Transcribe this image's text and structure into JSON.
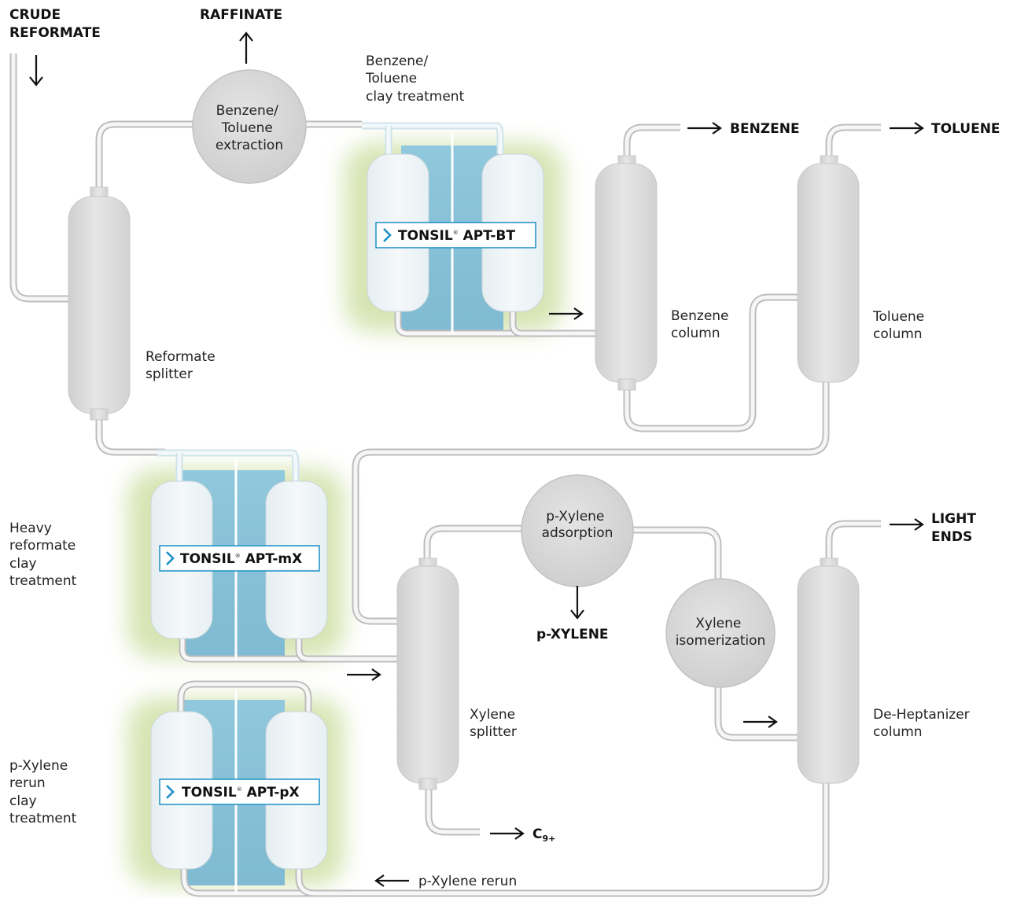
{
  "streams": {
    "crude_reformate": [
      "CRUDE",
      "REFORMATE"
    ],
    "raffinate": "RAFFINATE",
    "benzene": "BENZENE",
    "toluene": "TOLUENE",
    "light_ends": [
      "LIGHT",
      "ENDS"
    ],
    "p_xylene": "p-XYLENE",
    "c9_main": "C",
    "c9_sub": "9+",
    "p_xylene_rerun": "p-Xylene rerun"
  },
  "units": {
    "bt_extraction": [
      "Benzene/",
      "Toluene",
      "extraction"
    ],
    "px_adsorption": [
      "p-Xylene",
      "adsorption"
    ],
    "xylene_isomerization": [
      "Xylene",
      "isomerization"
    ]
  },
  "columns": {
    "reformate_splitter": [
      "Reformate",
      "splitter"
    ],
    "benzene_column": [
      "Benzene",
      "column"
    ],
    "toluene_column": [
      "Toluene",
      "column"
    ],
    "xylene_splitter": [
      "Xylene",
      "splitter"
    ],
    "deheptanizer": [
      "De-Heptanizer",
      "column"
    ]
  },
  "clay_treatment": {
    "bt_label": [
      "Benzene/",
      "Toluene",
      "clay treatment"
    ],
    "heavy_label": [
      "Heavy",
      "reformate",
      "clay",
      "treatment"
    ],
    "px_label": [
      "p-Xylene",
      "rerun",
      "clay",
      "treatment"
    ]
  },
  "products": {
    "apt_bt": {
      "brand": "TONSIL",
      "reg": "®",
      "grade": " APT-BT"
    },
    "apt_mx": {
      "brand": "TONSIL",
      "reg": "®",
      "grade": " APT-mX"
    },
    "apt_px": {
      "brand": "TONSIL",
      "reg": "®",
      "grade": " APT-pX"
    }
  },
  "colors": {
    "pipe": "#bdbdbd",
    "vessel": "#dedede",
    "clay_glow": "#c9dc9a",
    "clay_core": "#7fbcd8",
    "badge_accent": "#1b8fc7",
    "text": "#111111"
  }
}
